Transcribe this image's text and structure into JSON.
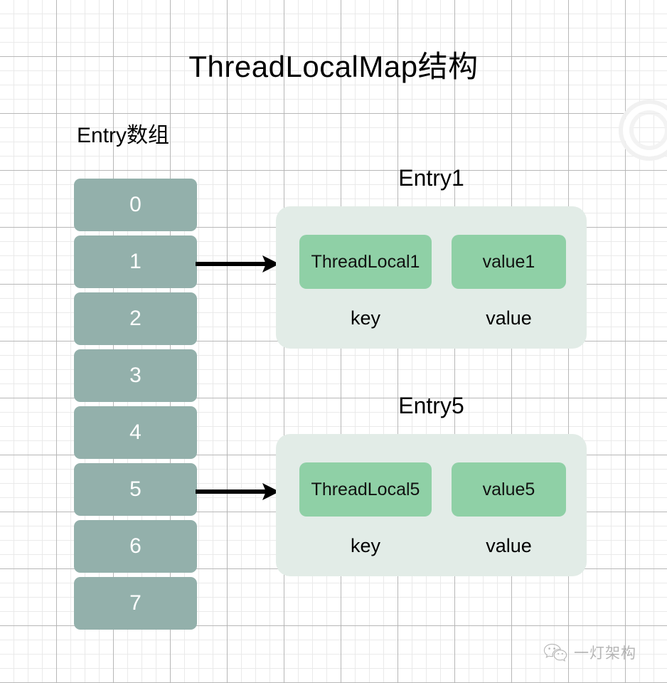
{
  "title": "ThreadLocalMap结构",
  "array_section": {
    "label": "Entry数组",
    "cells": [
      {
        "index": "0"
      },
      {
        "index": "1"
      },
      {
        "index": "2"
      },
      {
        "index": "3"
      },
      {
        "index": "4"
      },
      {
        "index": "5"
      },
      {
        "index": "6"
      },
      {
        "index": "7"
      }
    ]
  },
  "entries": [
    {
      "title": "Entry1",
      "key_chip": "ThreadLocal1",
      "value_chip": "value1",
      "key_caption": "key",
      "value_caption": "value",
      "from_index": "1"
    },
    {
      "title": "Entry5",
      "key_chip": "ThreadLocal5",
      "value_chip": "value5",
      "key_caption": "key",
      "value_caption": "value",
      "from_index": "5"
    }
  ],
  "watermark": {
    "icon": "wechat-icon",
    "text": "一灯架构"
  },
  "colors": {
    "array_cell": "#93b0ab",
    "entry_container": "#e2ece7",
    "kv_chip": "#8fd0a6",
    "arrow": "#000000",
    "text": "#000000",
    "cell_text": "#ffffff",
    "grid_major": "#b4b4b4",
    "grid_minor": "#e9e9e9",
    "background": "#ffffff"
  }
}
